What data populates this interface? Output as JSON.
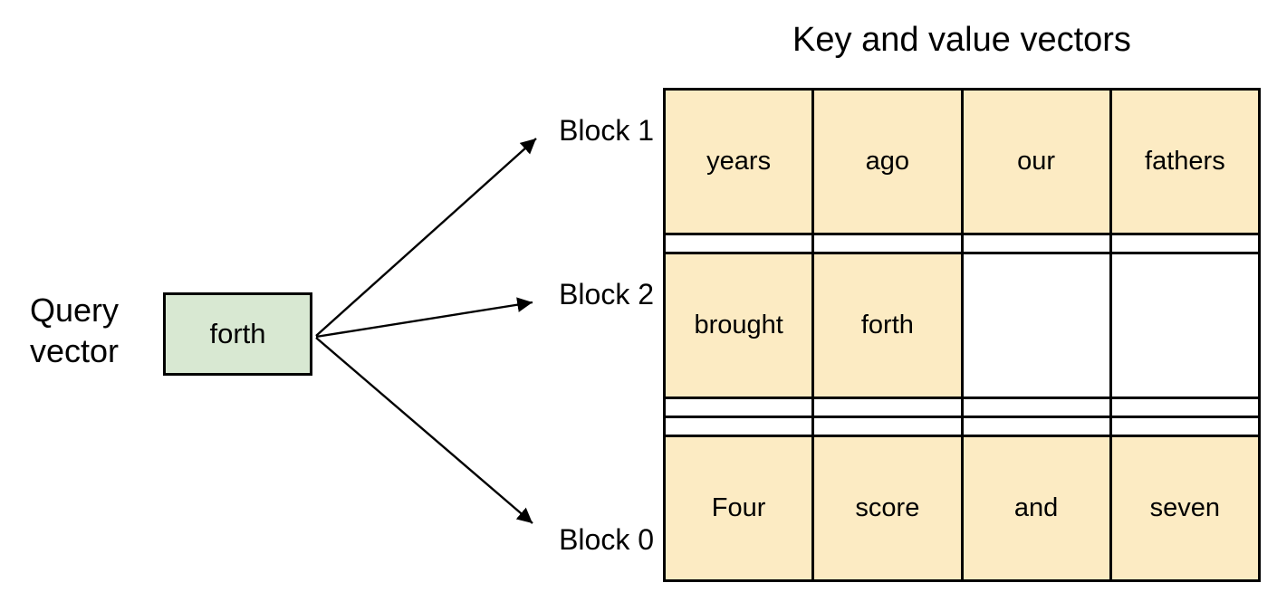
{
  "title": "Key and value vectors",
  "query": {
    "label_line1": "Query",
    "label_line2": "vector",
    "box_text": "forth"
  },
  "blocks": [
    {
      "label": "Block 1"
    },
    {
      "label": "Block 2"
    },
    {
      "label": "Block 0"
    }
  ],
  "table": {
    "columns": 4,
    "rows": [
      {
        "block": "Block 1",
        "cells": [
          {
            "text": "years",
            "highlighted": true
          },
          {
            "text": "ago",
            "highlighted": true
          },
          {
            "text": "our",
            "highlighted": true
          },
          {
            "text": "fathers",
            "highlighted": true
          }
        ]
      },
      {
        "block": "",
        "cells": [
          {
            "text": "",
            "highlighted": false
          },
          {
            "text": "",
            "highlighted": false
          },
          {
            "text": "",
            "highlighted": false
          },
          {
            "text": "",
            "highlighted": false
          }
        ]
      },
      {
        "block": "Block 2",
        "cells": [
          {
            "text": "brought",
            "highlighted": true
          },
          {
            "text": "forth",
            "highlighted": true
          },
          {
            "text": "",
            "highlighted": false
          },
          {
            "text": "",
            "highlighted": false
          }
        ]
      },
      {
        "block": "",
        "cells": [
          {
            "text": "",
            "highlighted": false
          },
          {
            "text": "",
            "highlighted": false
          },
          {
            "text": "",
            "highlighted": false
          },
          {
            "text": "",
            "highlighted": false
          }
        ]
      },
      {
        "block": "",
        "cells": [
          {
            "text": "",
            "highlighted": false
          },
          {
            "text": "",
            "highlighted": false
          },
          {
            "text": "",
            "highlighted": false
          },
          {
            "text": "",
            "highlighted": false
          }
        ]
      },
      {
        "block": "Block 0",
        "cells": [
          {
            "text": "Four",
            "highlighted": true
          },
          {
            "text": "score",
            "highlighted": true
          },
          {
            "text": "and",
            "highlighted": true
          },
          {
            "text": "seven",
            "highlighted": true
          }
        ]
      }
    ]
  },
  "colors": {
    "highlight_yellow": "#FCEBC3",
    "query_green": "#D8E8D2",
    "line_black": "#000000"
  }
}
